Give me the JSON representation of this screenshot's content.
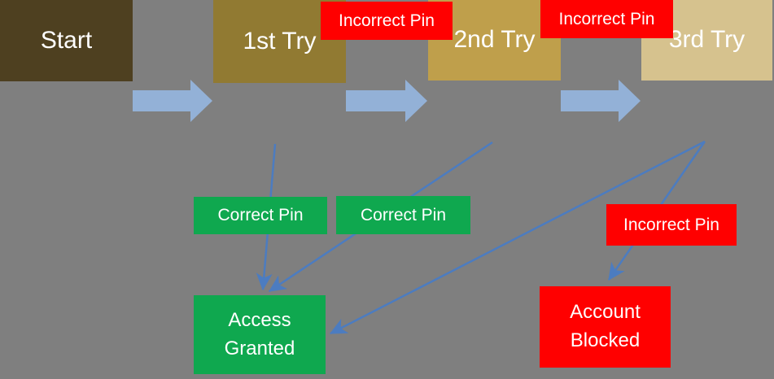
{
  "diagram": {
    "colors": {
      "background": "#7F7F7F",
      "block_arrow": "#93B1D7",
      "connector": "#4C7CC0",
      "text": "#FFFFFF",
      "red": "#FF0000",
      "green": "#0FA84F",
      "brown_dark": "#4E4020",
      "brown_mid": "#917A32",
      "gold": "#BF9F4B",
      "tan": "#D6C28E"
    },
    "nodes": {
      "start": {
        "label": "Start",
        "fill": "#4E4020"
      },
      "try1": {
        "label": "1st Try",
        "fill": "#917A32"
      },
      "try2": {
        "label": "2nd Try",
        "fill": "#BF9F4B"
      },
      "try3": {
        "label": "3rd Try",
        "fill": "#D6C28E"
      },
      "access_granted": {
        "label": "Access Granted",
        "fill": "#0FA84F"
      },
      "account_blocked": {
        "label": "Account Blocked",
        "fill": "#FF0000"
      }
    },
    "badges": {
      "incorrect_pin_top_1": {
        "label": "Incorrect Pin",
        "fill": "#FF0000"
      },
      "incorrect_pin_top_2": {
        "label": "Incorrect Pin",
        "fill": "#FF0000"
      },
      "correct_pin_1": {
        "label": "Correct Pin",
        "fill": "#0FA84F"
      },
      "correct_pin_2": {
        "label": "Correct Pin",
        "fill": "#0FA84F"
      },
      "incorrect_pin_3": {
        "label": "Incorrect Pin",
        "fill": "#FF0000"
      }
    },
    "edges": [
      {
        "from": "start",
        "to": "try1",
        "type": "block-arrow",
        "label": ""
      },
      {
        "from": "try1",
        "to": "try2",
        "type": "block-arrow",
        "label": "Incorrect Pin"
      },
      {
        "from": "try2",
        "to": "try3",
        "type": "block-arrow",
        "label": "Incorrect Pin"
      },
      {
        "from": "try1",
        "to": "access_granted",
        "type": "line-arrow",
        "label": "Correct Pin"
      },
      {
        "from": "try2",
        "to": "access_granted",
        "type": "line-arrow",
        "label": "Correct Pin"
      },
      {
        "from": "try3",
        "to": "access_granted",
        "type": "line-arrow",
        "label": ""
      },
      {
        "from": "try3",
        "to": "account_blocked",
        "type": "line-arrow",
        "label": "Incorrect Pin"
      }
    ]
  }
}
